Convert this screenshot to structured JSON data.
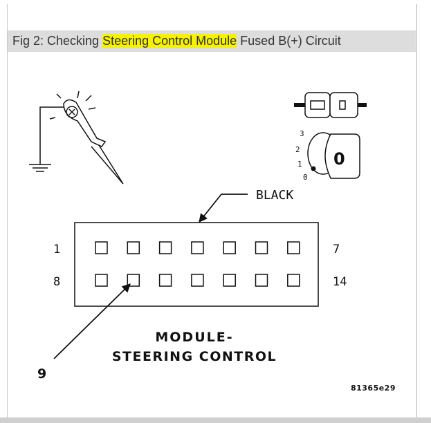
{
  "caption": {
    "prefix": "Fig 2: Checking ",
    "highlight": "Steering Control Module",
    "suffix": " Fused B(+) Circuit"
  },
  "connector": {
    "color_label": "BLACK",
    "pin_left_top": "1",
    "pin_left_bottom": "8",
    "pin_right_top": "7",
    "pin_right_bottom": "14",
    "callout_pin": "9",
    "rows": 2,
    "cols": 7
  },
  "ignition_positions": [
    "3",
    "2",
    "1",
    "0"
  ],
  "ignition_key_glyph": "0",
  "module_title_line1": "MODULE-",
  "module_title_line2": "STEERING CONTROL",
  "figure_id": "81365e29",
  "icons": [
    "test-light-icon",
    "ground-symbol-icon",
    "fuse-icon",
    "ignition-switch-icon"
  ]
}
